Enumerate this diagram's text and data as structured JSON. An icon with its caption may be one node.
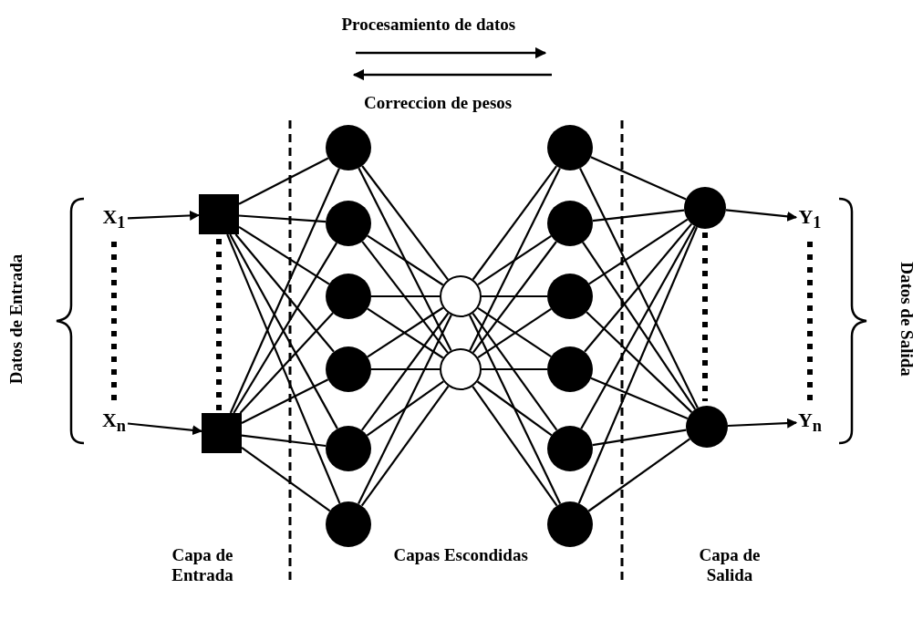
{
  "diagram": {
    "nodes": [
      {
        "text": [
          "X$_{1}$"
        ]
      },
      {
        "text": [
          "X$_{n}$"
        ]
      },
      {
        "text": [],
        "shape": "box"
      },
      {
        "text": [],
        "shape": "box"
      },
      {
        "text": [],
        "shape": "circle"
      },
      {
        "text": [],
        "shape": "circle"
      },
      {
        "text": [],
        "shape": "circle"
      },
      {
        "text": [],
        "shape": "circle"
      },
      {
        "text": [],
        "shape": "circle"
      },
      {
        "text": [],
        "shape": "circle"
      },
      {
        "text": [],
        "shape": "circle"
      },
      {
        "text": [],
        "shape": "circle"
      },
      {
        "text": [],
        "shape": "circle"
      },
      {
        "text": [],
        "shape": "circle"
      },
      {
        "text": [],
        "shape": "circle"
      },
      {
        "text": [],
        "shape": "circle"
      },
      {
        "text": [],
        "shape": "circle"
      },
      {
        "text": [],
        "shape": "circle"
      },
      {
        "text": [],
        "shape": "circle"
      },
      {
        "text": [],
        "shape": "circle"
      },
      {
        "text": [
          "Y$_{1}$"
        ]
      },
      {
        "text": [
          "Y$_{n}$"
        ]
      }
    ],
    "edges": [
      {
        "from": 0,
        "to": 2,
        "arrow": "to"
      },
      {
        "from": 1,
        "to": 3,
        "arrow": "to"
      },
      {
        "from": 2,
        "to": 4,
        "arrow": "none"
      },
      {
        "from": 2,
        "to": 5,
        "arrow": "none"
      },
      {
        "from": 2,
        "to": 6,
        "arrow": "none"
      },
      {
        "from": 2,
        "to": 7,
        "arrow": "none"
      },
      {
        "from": 2,
        "to": 8,
        "arrow": "none"
      },
      {
        "from": 2,
        "to": 9,
        "arrow": "none"
      },
      {
        "from": 3,
        "to": 4,
        "arrow": "none"
      },
      {
        "from": 3,
        "to": 5,
        "arrow": "none"
      },
      {
        "from": 3,
        "to": 6,
        "arrow": "none"
      },
      {
        "from": 3,
        "to": 7,
        "arrow": "none"
      },
      {
        "from": 3,
        "to": 8,
        "arrow": "none"
      },
      {
        "from": 3,
        "to": 9,
        "arrow": "none"
      },
      {
        "from": 4,
        "to": 10,
        "arrow": "none"
      },
      {
        "from": 4,
        "to": 11,
        "arrow": "none"
      },
      {
        "from": 5,
        "to": 10,
        "arrow": "none"
      },
      {
        "from": 5,
        "to": 11,
        "arrow": "none"
      },
      {
        "from": 6,
        "to": 10,
        "arrow": "none"
      },
      {
        "from": 6,
        "to": 11,
        "arrow": "none"
      },
      {
        "from": 7,
        "to": 10,
        "arrow": "none"
      },
      {
        "from": 7,
        "to": 11,
        "arrow": "none"
      },
      {
        "from": 8,
        "to": 10,
        "arrow": "none"
      },
      {
        "from": 8,
        "to": 11,
        "arrow": "none"
      },
      {
        "from": 9,
        "to": 10,
        "arrow": "none"
      },
      {
        "from": 9,
        "to": 11,
        "arrow": "none"
      },
      {
        "from": 10,
        "to": 12,
        "arrow": "none"
      },
      {
        "from": 10,
        "to": 13,
        "arrow": "none"
      },
      {
        "from": 10,
        "to": 14,
        "arrow": "none"
      },
      {
        "from": 10,
        "to": 15,
        "arrow": "none"
      },
      {
        "from": 10,
        "to": 16,
        "arrow": "none"
      },
      {
        "from": 10,
        "to": 17,
        "arrow": "none"
      },
      {
        "from": 11,
        "to": 12,
        "arrow": "none"
      },
      {
        "from": 11,
        "to": 13,
        "arrow": "none"
      },
      {
        "from": 11,
        "to": 14,
        "arrow": "none"
      },
      {
        "from": 11,
        "to": 15,
        "arrow": "none"
      },
      {
        "from": 11,
        "to": 16,
        "arrow": "none"
      },
      {
        "from": 11,
        "to": 17,
        "arrow": "none"
      },
      {
        "from": 12,
        "to": 18,
        "arrow": "none"
      },
      {
        "from": 12,
        "to": 19,
        "arrow": "none"
      },
      {
        "from": 13,
        "to": 18,
        "arrow": "none"
      },
      {
        "from": 13,
        "to": 19,
        "arrow": "none"
      },
      {
        "from": 14,
        "to": 18,
        "arrow": "none"
      },
      {
        "from": 14,
        "to": 19,
        "arrow": "none"
      },
      {
        "from": 15,
        "to": 18,
        "arrow": "none"
      },
      {
        "from": 15,
        "to": 19,
        "arrow": "none"
      },
      {
        "from": 16,
        "to": 18,
        "arrow": "none"
      },
      {
        "from": 16,
        "to": 19,
        "arrow": "none"
      },
      {
        "from": 17,
        "to": 18,
        "arrow": "none"
      },
      {
        "from": 17,
        "to": 19,
        "arrow": "none"
      },
      {
        "from": 18,
        "to": 20,
        "arrow": "to"
      },
      {
        "from": 19,
        "to": 21,
        "arrow": "to"
      }
    ],
    "labels": [
      "Procesamiento de datos",
      "Correccion de pesos",
      "Datos de Entrada",
      "Datos de Salida",
      "Capa de Entrada",
      "Capas Escondidas",
      "Capa de Salida"
    ]
  }
}
